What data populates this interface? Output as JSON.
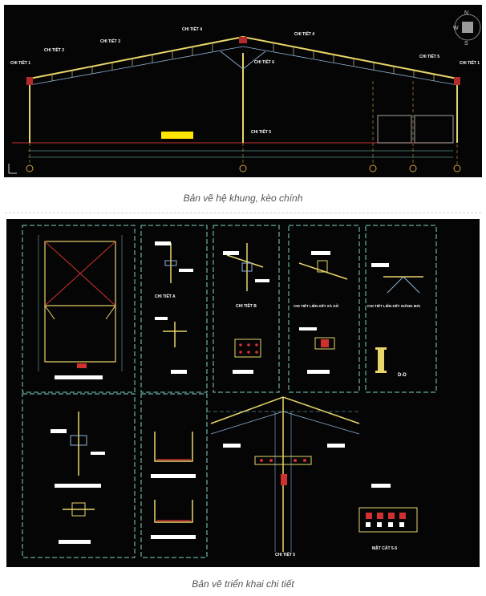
{
  "drawing1": {
    "caption": "Bản vẽ hệ khung, kèo chính",
    "callouts": [
      "CHI TIẾT 1",
      "CHI TIẾT 2",
      "CHI TIẾT 3",
      "CHI TIẾT 4",
      "CHI TIẾT 4",
      "CHI TIẾT 5",
      "CHI TIẾT 6",
      "CHI TIẾT 1",
      "CHI TIẾT 5"
    ],
    "compass": {
      "west": "W",
      "north": "N",
      "south": "S"
    }
  },
  "drawing2": {
    "caption": "Bản vẽ triển khai chi tiết",
    "labels": [
      "CHI TIẾT A",
      "CHI TIẾT B",
      "CHI TIẾT LIÊN KẾT XÀ GỒ",
      "CHI TIẾT LIÊN KẾT GIẰNG MÁI",
      "D-D",
      "CHI TIẾT 5",
      "MẶT CẮT 5-5"
    ]
  },
  "colors": {
    "background": "#050505",
    "steel": "#e8d66a",
    "frame": "#8fb3d9",
    "dim": "#7fd3c8",
    "accent": "#ff3333",
    "note": "#ffffff"
  }
}
